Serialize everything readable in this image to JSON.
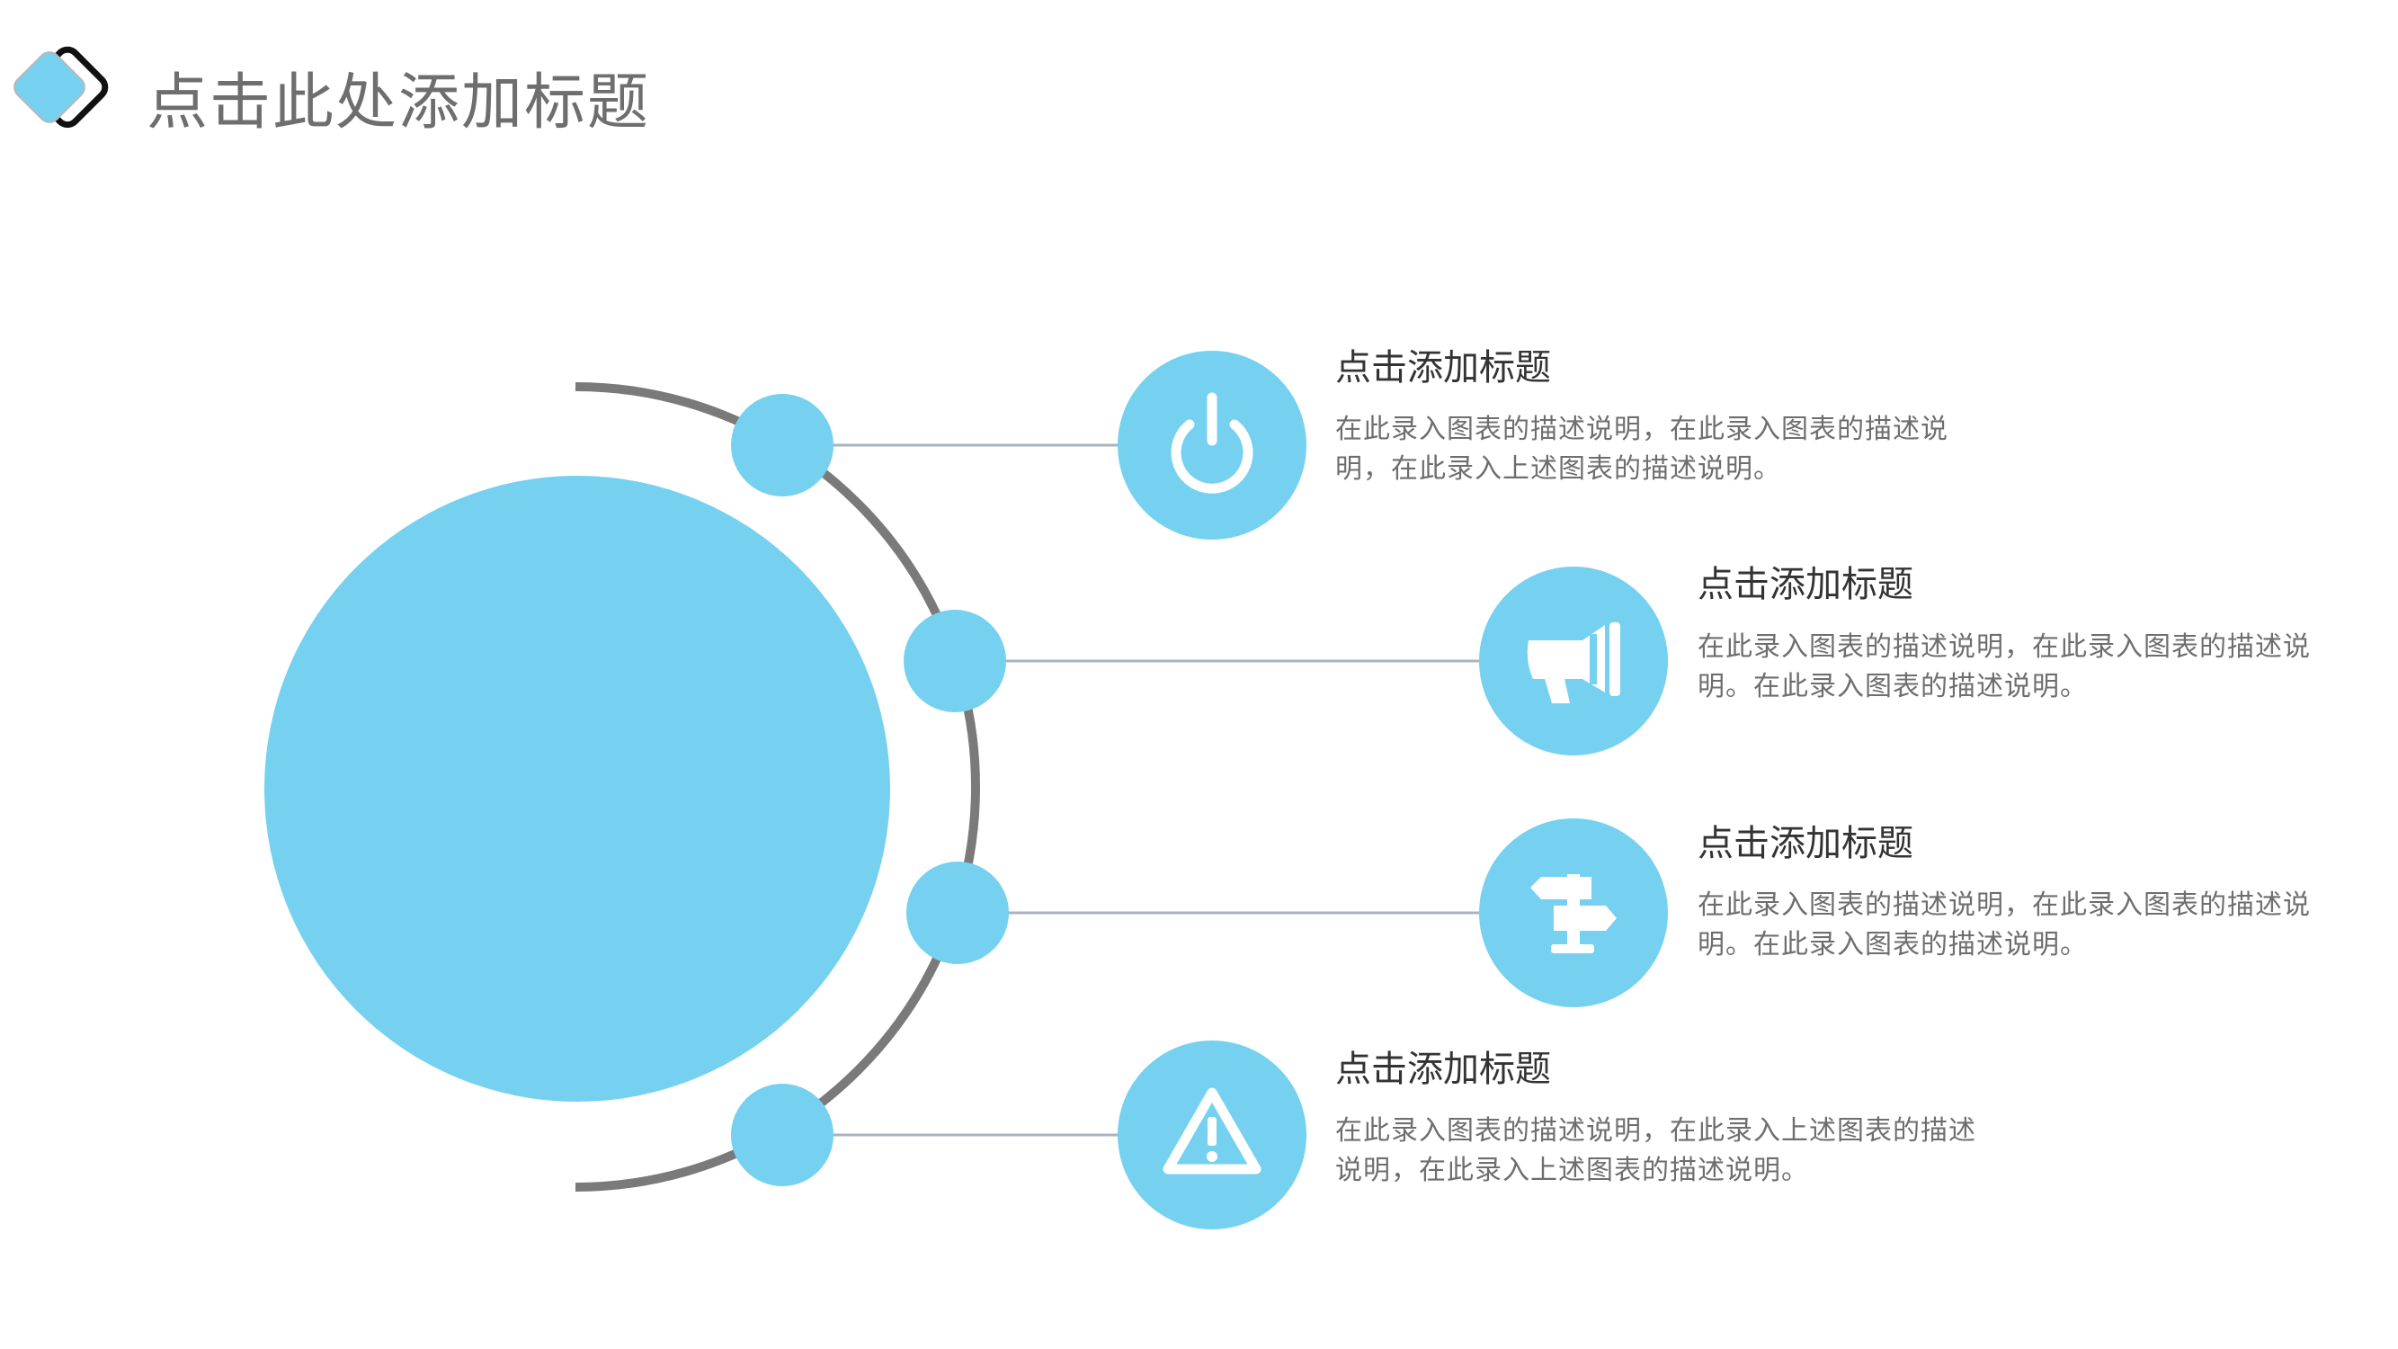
{
  "header": {
    "title": "点击此处添加标题",
    "logo_icon": "double-diamond-logo"
  },
  "colors": {
    "accent": "#76d1f0",
    "arc": "#7a7a7a",
    "connector": "#a8b4bf",
    "title_text": "#333333",
    "body_text": "#6e6e6e"
  },
  "items": [
    {
      "title": "点击添加标题",
      "description": "在此录入图表的描述说明，在此录入图表的描述说明，在此录入上述图表的描述说明。",
      "icon": "power-icon"
    },
    {
      "title": "点击添加标题",
      "description": "在此录入图表的描述说明，在此录入图表的描述说明。在此录入图表的描述说明。",
      "icon": "megaphone-icon"
    },
    {
      "title": "点击添加标题",
      "description": "在此录入图表的描述说明，在此录入图表的描述说明。在此录入图表的描述说明。",
      "icon": "signpost-icon"
    },
    {
      "title": "点击添加标题",
      "description": "在此录入图表的描述说明，在此录入上述图表的描述说明，在此录入上述图表的描述说明。",
      "icon": "warning-icon"
    }
  ]
}
